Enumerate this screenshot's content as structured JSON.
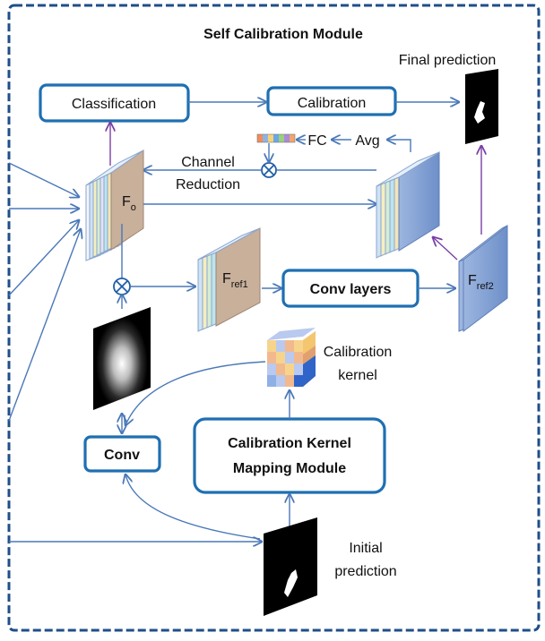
{
  "title": "Self Calibration Module",
  "labels": {
    "final_prediction": "Final prediction",
    "classification": "Classification",
    "calibration": "Calibration",
    "fc": "FC",
    "avg": "Avg",
    "channel": "Channel",
    "reduction": "Reduction",
    "fo": "F",
    "fo_sub": "o",
    "fref1": "F",
    "fref1_sub": "ref1",
    "conv_layers": "Conv layers",
    "fref2": "F",
    "fref2_sub": "ref2",
    "calibration_kernel_1": "Calibration",
    "calibration_kernel_2": "kernel",
    "conv": "Conv",
    "ckmm_1": "Calibration Kernel",
    "ckmm_2": "Mapping Module",
    "initial_1": "Initial",
    "initial_2": "prediction"
  },
  "colors": {
    "border": "#1f4e89",
    "box_stroke": "#1f6fb2",
    "arrow": "#4a78b8",
    "arrow_purple": "#7a3fa6",
    "feature_tan": "#c9b09b",
    "feature_blue": "#7f9fd6"
  }
}
